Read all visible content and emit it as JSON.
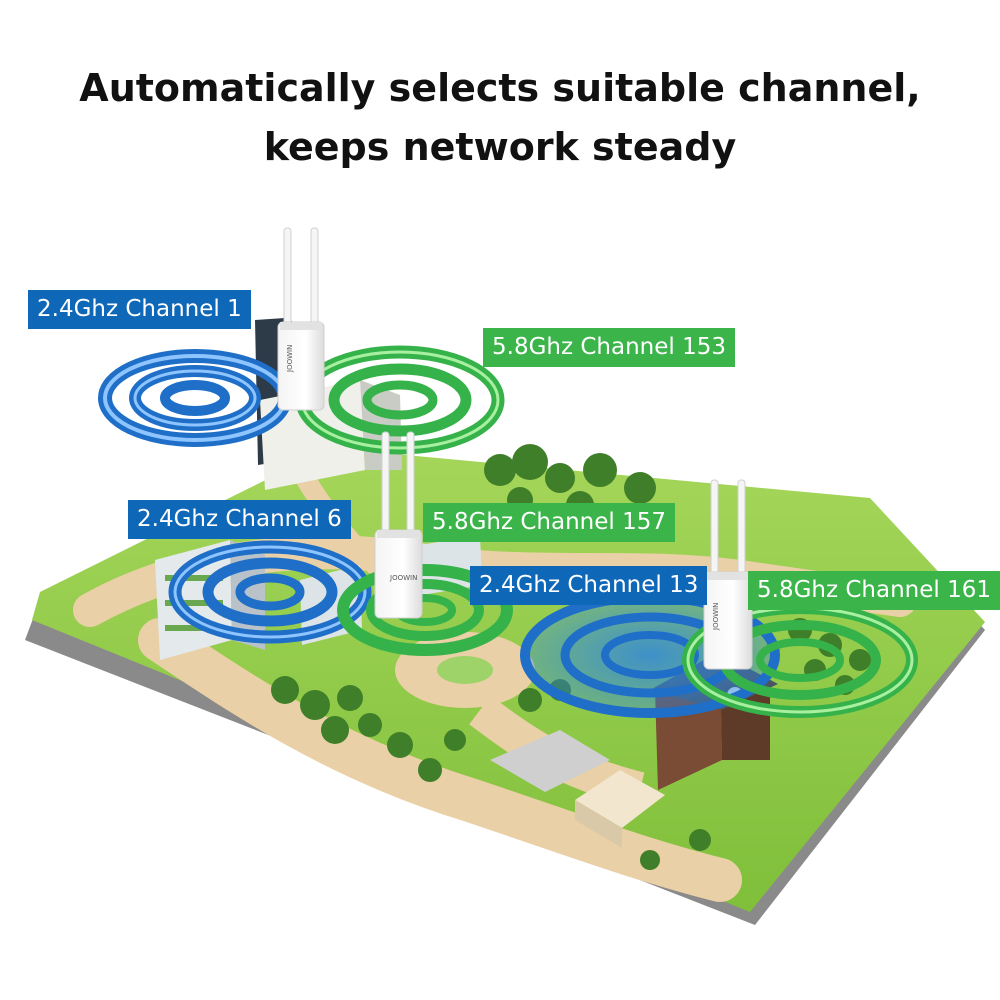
{
  "headline": {
    "line1": "Automatically selects suitable channel,",
    "line2": "keeps network steady"
  },
  "channel_labels": [
    {
      "text": "2.4Ghz Channel 1",
      "band": "2.4Ghz",
      "color": "#0f67b8"
    },
    {
      "text": "5.8Ghz Channel 153",
      "band": "5.8Ghz",
      "color": "#3bb54a"
    },
    {
      "text": "2.4Ghz Channel 6",
      "band": "2.4Ghz",
      "color": "#0f67b8"
    },
    {
      "text": "5.8Ghz Channel 157",
      "band": "5.8Ghz",
      "color": "#3bb54a"
    },
    {
      "text": "2.4Ghz Channel 13",
      "band": "2.4Ghz",
      "color": "#0f67b8"
    },
    {
      "text": "5.8Ghz Channel 161",
      "band": "5.8Ghz",
      "color": "#3bb54a"
    }
  ],
  "colors": {
    "band_2_4": "#0f67b8",
    "band_5_8": "#3bb54a",
    "ground": "#8cc63f",
    "road": "#e8c9a0",
    "map_edge": "#7a7a7a"
  },
  "device": {
    "brand_mark": "JOOWIN"
  },
  "icons": [
    "access-point-icon",
    "wifi-signal-rings-icon",
    "tree-icon",
    "building-icon"
  ]
}
